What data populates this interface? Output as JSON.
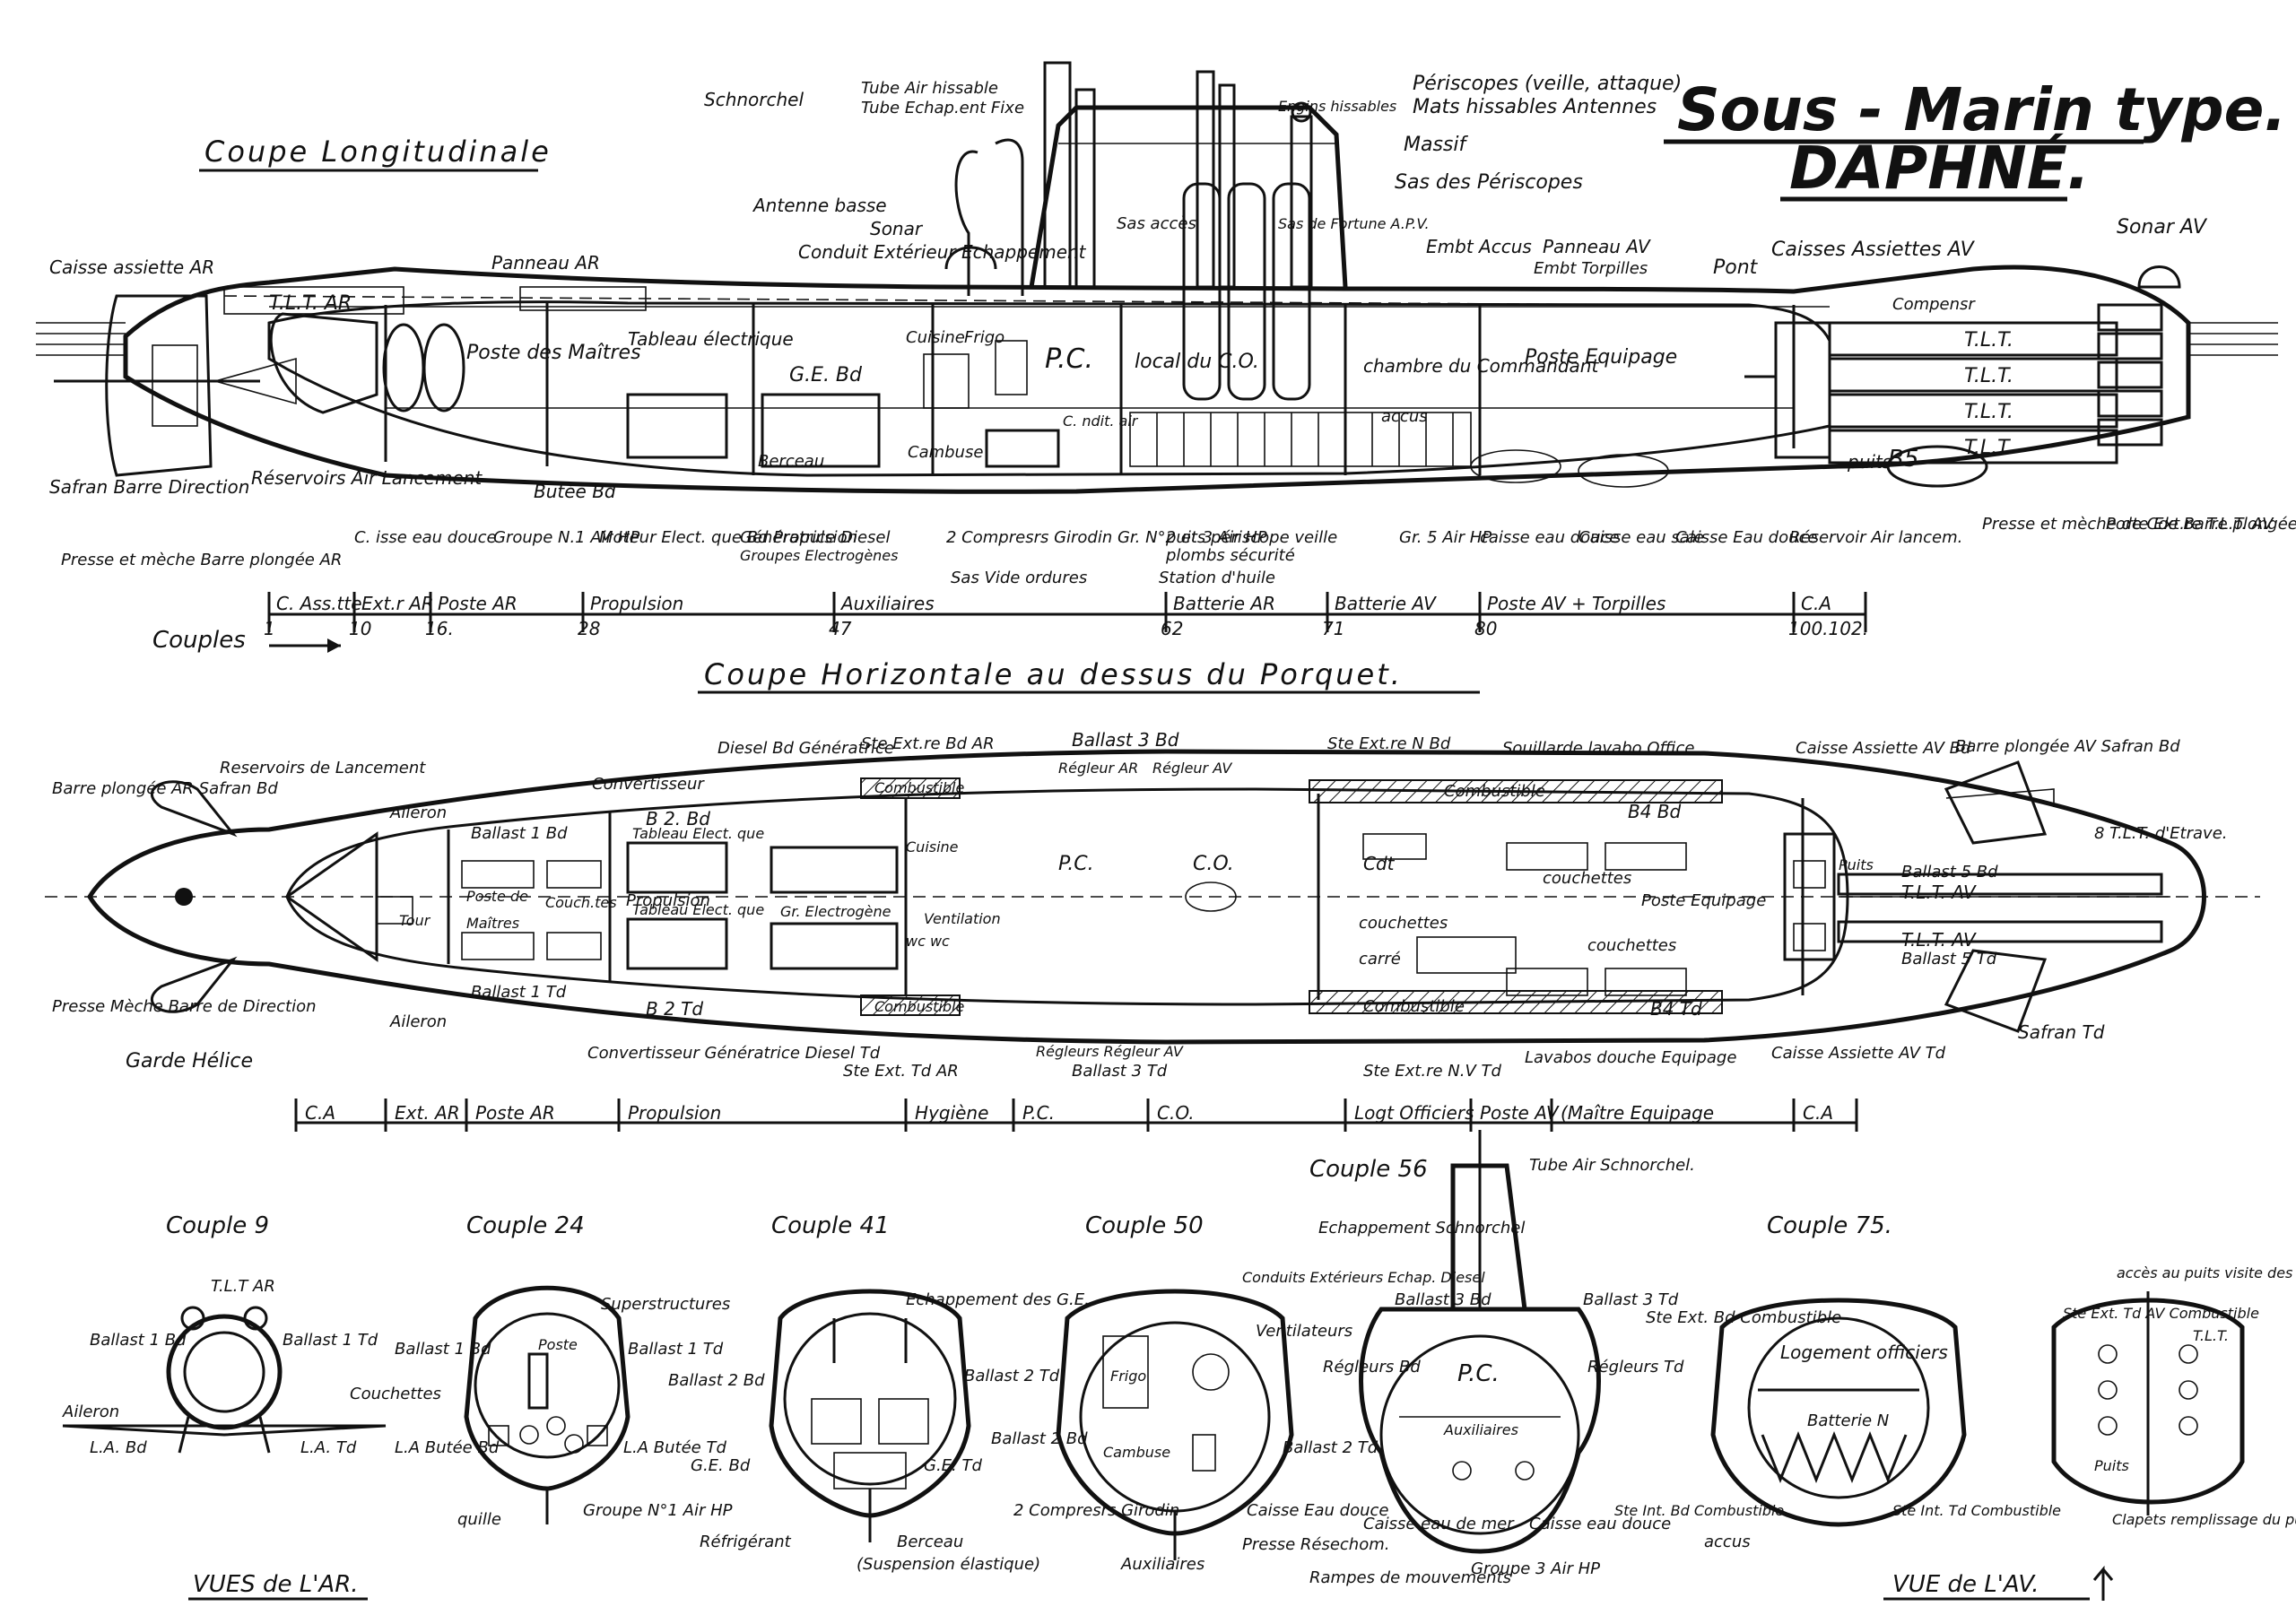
{
  "title_line1": "Sous - Marin type.",
  "title_line2": "DAPHNÉ.",
  "sections": {
    "longitudinal": "Coupe Longitudinale",
    "horizontal": "Coupe Horizontale au dessus du Porquet.",
    "vues_ar": "VUES de L'AR.",
    "vue_av": "VUE de L'AV."
  },
  "couples_label": "Couples",
  "couple_titles": [
    "Couple 9",
    "Couple 24",
    "Couple 41",
    "Couple 50",
    "Couple 56",
    "Couple 75."
  ],
  "long_labels": {
    "schnorchel": "Schnorchel",
    "tube_air": "Tube Air hissable",
    "tube_echap": "Tube Echap.ent Fixe",
    "engins": "Engins hissables",
    "periscopes": "Périscopes (veille, attaque)",
    "mats": "Mats hissables Antennes",
    "massif": "Massif",
    "sas_periscopes": "Sas des Périscopes",
    "antenne": "Antenne basse",
    "sonar": "Sonar",
    "conduit": "Conduit Extérieur Echappement",
    "caisse_assiette_ar": "Caisse assiette AR",
    "panneau_ar": "Panneau AR",
    "tlt_ar": "T.L.T. AR",
    "poste_maitres": "Poste des Maîtres",
    "tableau": "Tableau électrique",
    "ge": "G.E. Bd",
    "cuisine": "Cuisine",
    "frigo": "Frigo",
    "pc": "P.C.",
    "local_co": "local du C.O.",
    "sas_acces": "Sas accès",
    "sas_apv": "Sas de Fortune A.P.V.",
    "embt_accus": "Embt Accus",
    "panneau_av": "Panneau AV",
    "embt_torpilles": "Embt Torpilles",
    "pont": "Pont",
    "caisses_assiettes_av": "Caisses Assiettes AV",
    "sonar_av": "Sonar AV",
    "compens": "Compensr",
    "chambre": "chambre du Commandant",
    "accus": "accus",
    "poste_equipage": "Poste Equipage",
    "tlt": "T.L.T.",
    "puits": "puits",
    "b5": "B5",
    "combuse": "Cambuse",
    "berceau": "Berceau",
    "c_ndit": "C. ndit. air",
    "safran": "Safran Barre Direction",
    "reservoirs_air": "Réservoirs Air Lancement",
    "butee": "Butée Bd",
    "presse_meche": "Presse et mèche Barre plongée AR",
    "caisse_eau_douce": "C. isse eau douce",
    "groupe_n1": "Groupe N.1 Air HP",
    "moteur": "Moteur Elect. que Bd Propulsion",
    "generatrice": "Génératrice Diesel",
    "groupes_elec": "Groupes Electrogènes",
    "compresseurs": "2 Compresrs Girodin Gr. N°2 et 3 Air HP",
    "sas_vide": "Sas Vide ordures",
    "puits_periscope": "puits périscope veille",
    "plombs": "plombs sécurité",
    "station": "Station d'huile",
    "gr5": "Gr. 5 Air HP",
    "caisse_eau_douce2": "caisse eau douce",
    "caisse_eau_sale": "Caisse eau sale",
    "caisse_eau_douce3": "Caisse Eau douce",
    "reservoir_air": "Réservoir Air lancem.",
    "presse_av": "Presse et mèche de Cde Barre plongée AV",
    "porte_ext": "Porte Ext.re T.L.T. AV"
  },
  "long_bands": [
    {
      "label": "C. Ass.tte",
      "frame": "1"
    },
    {
      "label": "Ext.r AR",
      "frame": "10"
    },
    {
      "label": "Poste AR",
      "frame": "16."
    },
    {
      "label": "Propulsion",
      "frame": "28"
    },
    {
      "label": "Auxiliaires",
      "frame": "47"
    },
    {
      "label": "Batterie AR",
      "frame": "62"
    },
    {
      "label": "Batterie AV",
      "frame": "71"
    },
    {
      "label": "Poste AV + Torpilles",
      "frame": "80"
    },
    {
      "label": "C.A",
      "frame": "100.102."
    }
  ],
  "horiz_labels": {
    "barre_plongee_ar": "Barre plongée AR Safran Bd",
    "reservoirs_lancement": "Reservoirs de Lancement",
    "aileron_top": "Aileron",
    "convertisseur_top": "Convertisseur",
    "diesel_top": "Diesel Bd Génératrice",
    "ste_ext_bd_ar": "Ste Ext.re Bd AR",
    "ballast3": "Ballast 3 Bd",
    "regleur_ar": "Régleur AR",
    "regleur_av": "Régleur AV",
    "ste_ext_nbd": "Ste Ext.re N Bd",
    "souillarde": "Souillarde lavabo Office",
    "caisse_assiette_av": "Caisse Assiette AV Bd",
    "barre_plongee_av": "Barre plongée AV Safran Bd",
    "btlt": "8 T.L.T. d'Etrave.",
    "combustible": "Combustible",
    "combustible2": "Combustible",
    "b2bd": "B 2. Bd",
    "b4bd": "B4 Bd",
    "ballast1bd": "Ballast 1 Bd",
    "ballast1td": "Ballast 1 Td",
    "poste_de": "Poste de",
    "maitres": "Maîtres",
    "couchettes_small": "Couch.tes",
    "tour": "Tour",
    "tableau1": "Tableau Elect. que",
    "tableau2": "Tableau Elect. que",
    "propulsion": "Propulsion",
    "gr_electro": "Gr. Electrogène",
    "cuisine": "Cuisine",
    "ventilation": "Ventilation",
    "wc": "wc wc",
    "pc": "P.C.",
    "co": "C.O.",
    "cdt": "Cdt",
    "couchettes1": "couchettes",
    "couchettes2": "couchettes",
    "couchettes3": "couchettes",
    "carre": "carré",
    "poste_equipage": "Poste Equipage",
    "puits": "Puits",
    "ballast5bd": "Ballast 5 Bd",
    "ballast5td": "Ballast 5 Td",
    "tlt_av1": "T.L.T. AV",
    "tlt_av2": "T.L.T. AV",
    "presse_meche": "Presse Mèche Barre de Direction",
    "garde_helice": "Garde Hélice",
    "aileron_bottom": "Aileron",
    "b2td": "B 2 Td",
    "b4td": "B4 Td",
    "convertisseur_bot": "Convertisseur Génératrice Diesel Td",
    "ste_ext_td_ar": "Ste Ext. Td AR",
    "combustible3": "Combustible",
    "combustible4": "Combustible",
    "regleurs_bot": "Régleurs Régleur AV",
    "ballast3td": "Ballast 3 Td",
    "ste_ext_nvtd": "Ste Ext.re N.V Td",
    "lavabos": "Lavabos douche Equipage",
    "caisse_assiette_avtd": "Caisse Assiette AV Td",
    "safran_td": "Safran Td"
  },
  "horiz_bands": [
    "C.A",
    "Ext. AR",
    "Poste AR",
    "Propulsion",
    "Hygiène",
    "P.C.",
    "C.O.",
    "Logt Officiers",
    "Poste AV",
    "(Maître Equipage",
    "C.A"
  ],
  "section_labels": {
    "c9_tlt": "T.L.T AR",
    "c9_ballast1": "Ballast 1 Bd",
    "c9_ballast2": "Ballast 1 Td",
    "c9_aileron": "Aileron",
    "c9_la_bd": "L.A. Bd",
    "c9_la_td": "L.A. Td",
    "c24_super": "Superstructures",
    "c24_ballast_bd": "Ballast 1 Bd",
    "c24_poste": "Poste",
    "c24_ballast_td": "Ballast 1 Td",
    "c24_couchettes": "Couchettes",
    "c24_la_bd": "L.A Butée Bd",
    "c24_la_td": "L.A Butée Td",
    "c24_quille": "quille",
    "c24_groupe": "Groupe N°1 Air HP",
    "c41_echap": "Echappement des G.E.",
    "c41_ballast_bd": "Ballast 2 Bd",
    "c41_ballast_td": "Ballast 2 Td",
    "c41_ge_bd": "G.E. Bd",
    "c41_ge_td": "G.E. Td",
    "c41_refrig": "Réfrigérant",
    "c41_berceau": "Berceau",
    "c41_suspension": "(Suspension élastique)",
    "c50_conduits": "Conduits Extérieurs Echap. Diesel",
    "c50_ventilateurs": "Ventilateurs",
    "c50_frigo": "Frigo",
    "c50_combuse": "Cambuse",
    "c50_ballast_bd": "Ballast 2 Bd",
    "c50_ballast_td": "Ballast 2 Td",
    "c50_compres": "2 Compresrs Girodin",
    "c50_caisse": "Caisse Eau douce",
    "c50_presse": "Presse Résechom.",
    "c50_aux": "Auxiliaires",
    "c56_tube": "Tube Air Schnorchel.",
    "c56_echap": "Echappement Schnorchel",
    "c56_ballast_bd": "Ballast 3 Bd",
    "c56_ballast_td": "Ballast 3 Td",
    "c56_regleurs_bd": "Régleurs Bd",
    "c56_regleurs_td": "Régleurs Td",
    "c56_pc": "P.C.",
    "c56_aux": "Auxiliaires",
    "c56_caisse1": "Caisse eau de mer",
    "c56_caisse2": "Caisse eau douce",
    "c56_rampes": "Rampes de mouvements",
    "c56_groupe": "Groupe 3 Air HP",
    "c75_ste_ext": "Ste Ext. Bd Combustible",
    "c75_logement": "Logement officiers",
    "c75_batterie": "Batterie N",
    "c75_accus": "accus",
    "c75_ste_int_bd": "Ste Int. Bd Combustible",
    "c75_ste_int_td": "Ste Int. Td Combustible",
    "vav_ste_ext": "Ste Ext. Td AV Combustible",
    "vav_acces": "accès au puits visite des portes ext.",
    "vav_tlt": "T.L.T.",
    "vav_puits": "Puits",
    "vav_clapets": "Clapets remplissage du puits"
  }
}
